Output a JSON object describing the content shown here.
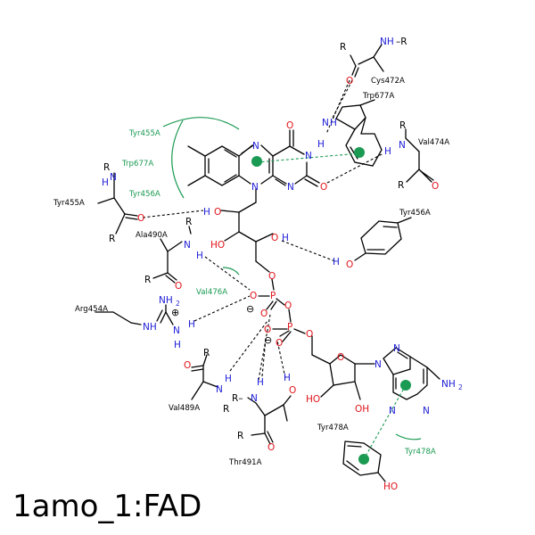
{
  "title": "1amo_1:FAD",
  "residues": {
    "cys472": "Cys472A",
    "trp677": "Trp677A",
    "val474": "Val474A",
    "tyr455": "Tyr455A",
    "ala490": "Ala490A",
    "tyr456": "Tyr456A",
    "arg454": "Arg454A",
    "val489": "Val489A",
    "thr491": "Thr491A",
    "tyr478": "Tyr478A"
  },
  "hydrophobic": {
    "tyr455": "Tyr455A",
    "trp677": "Trp677A",
    "tyr456": "Tyr456A",
    "val476": "Val476A",
    "tyr478": "Tyr478A"
  },
  "atoms": {
    "N": "N",
    "NH": "NH",
    "O": "O",
    "H": "H",
    "HO": "HO",
    "OH": "OH",
    "P": "P",
    "R": "R",
    "NH2": "NH",
    "NH2_sub": "2",
    "dash_R": "–R",
    "R_dash": "R–",
    "plus": "⊕",
    "minus": "⊖"
  },
  "colors": {
    "nitrogen": "#1c1cd6",
    "oxygen": "#e0141b",
    "hydrophobic": "#1a9a52"
  }
}
